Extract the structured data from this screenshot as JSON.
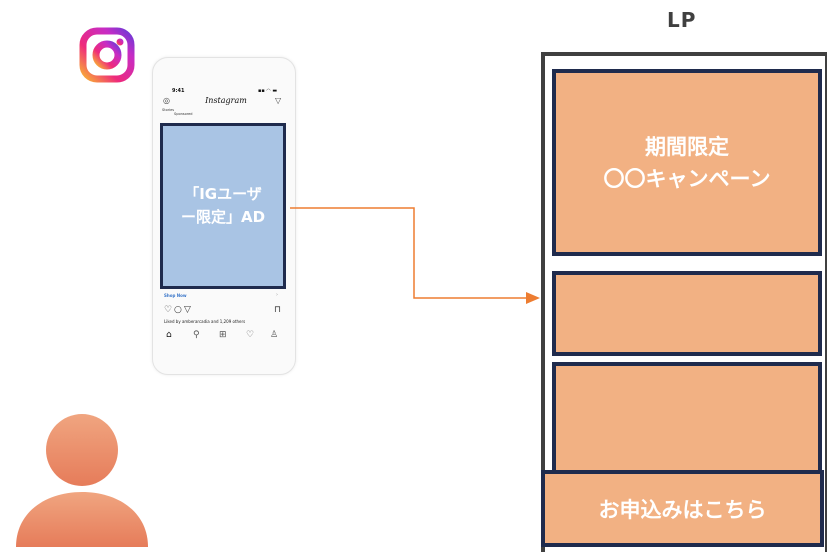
{
  "instagram_logo": {
    "icon": "instagram-icon"
  },
  "phone": {
    "status_time": "9:41",
    "status_icons": "▪▪ ◠ ▬",
    "app_wordmark": "Instagram",
    "stories_label": "Stories",
    "sponsored_label": "Sponsored",
    "ad_label": "「IGユーザー限定」AD",
    "shop_now": "Shop Now",
    "liked_by": "Liked by amberarcadia and 1,209 others",
    "action_icons": [
      "heart-icon",
      "comment-icon",
      "send-icon",
      "bookmark-icon"
    ],
    "nav_icons": [
      "home-icon",
      "search-icon",
      "add-icon",
      "heart-icon",
      "profile-icon"
    ]
  },
  "lp": {
    "title": "LP",
    "hero_text": "期間限定\n〇〇キャンペーン",
    "cta_text": "お申込みはこちら"
  },
  "colors": {
    "ad_fill": "#a9c4e4",
    "dark_navy": "#1f2b4d",
    "lp_fill": "#f2b183",
    "arrow": "#ed7d31",
    "frame": "#404040",
    "person": "#ea8d68"
  }
}
